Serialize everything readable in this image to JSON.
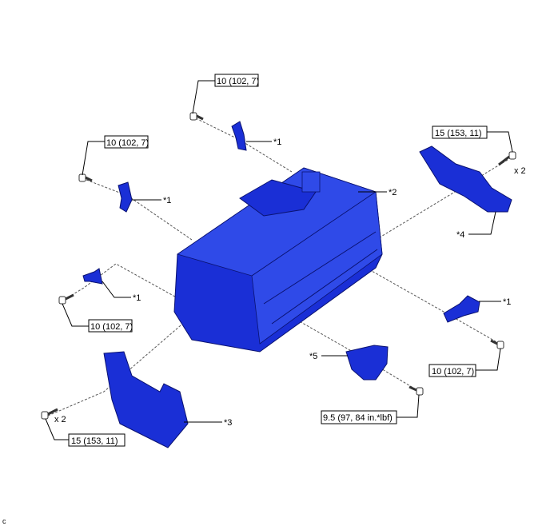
{
  "torque_labels": {
    "t1": "10 (102, 7)",
    "t2": "10 (102, 7)",
    "t3": "10 (102, 7)",
    "t4": "15 (153, 11)",
    "t5": "10 (102, 7)",
    "t6": "9.5 (97, 84 in.*lbf)",
    "t7": "15 (153, 11)"
  },
  "quantity_labels": {
    "q1": "x 2",
    "q2": "x 2"
  },
  "callouts": {
    "c1a": "*1",
    "c1b": "*1",
    "c1c": "*1",
    "c1d": "*1",
    "c2": "*2",
    "c3": "*3",
    "c4": "*4",
    "c5": "*5"
  },
  "figure_code": "c",
  "colors": {
    "part": "#1a2fd6"
  }
}
